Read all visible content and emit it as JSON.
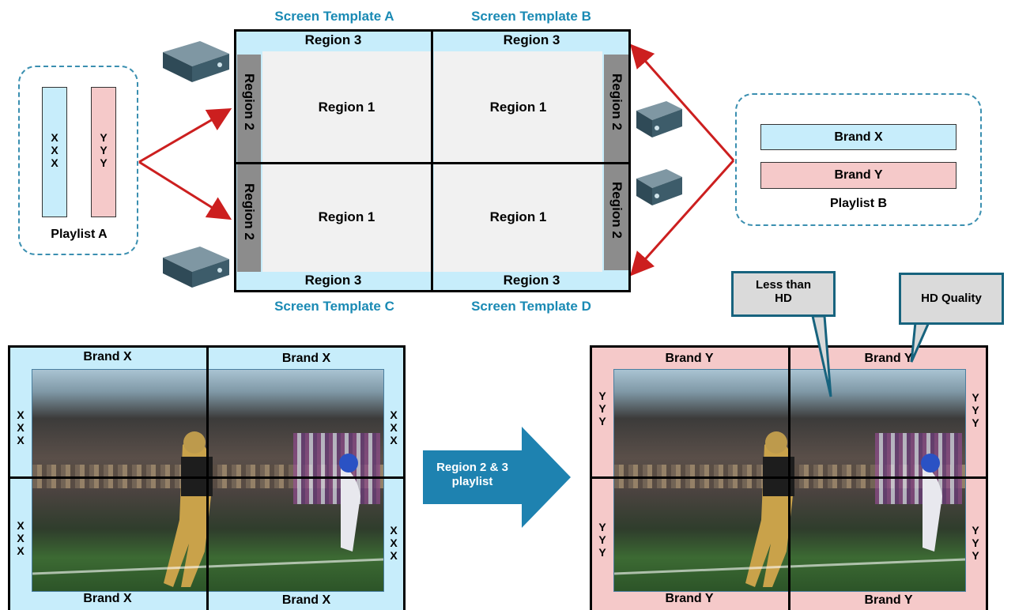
{
  "playlist_a": {
    "label": "Playlist A",
    "col_x": "X\nX\nX",
    "col_y": "Y\nY\nY"
  },
  "playlist_b": {
    "label": "Playlist B",
    "item_x": "Brand X",
    "item_y": "Brand Y"
  },
  "templates": {
    "a": "Screen Template A",
    "b": "Screen Template B",
    "c": "Screen Template C",
    "d": "Screen Template D"
  },
  "regions": {
    "r1": "Region 1",
    "r2": "Region 2",
    "r3": "Region 3"
  },
  "screens": {
    "left_brand": "Brand X",
    "left_side": "X\nX\nX",
    "right_brand": "Brand Y",
    "right_side": "Y\nY\nY"
  },
  "arrow_label": "Region 2 & 3\nplaylist",
  "callouts": {
    "less_than_hd": "Less than\nHD",
    "hd_quality": "HD Quality"
  },
  "colors": {
    "brand_x": "#c7edfb",
    "brand_y": "#f5c9c9",
    "accent": "#1a8ab4",
    "arrow": "#cc1f1f"
  }
}
